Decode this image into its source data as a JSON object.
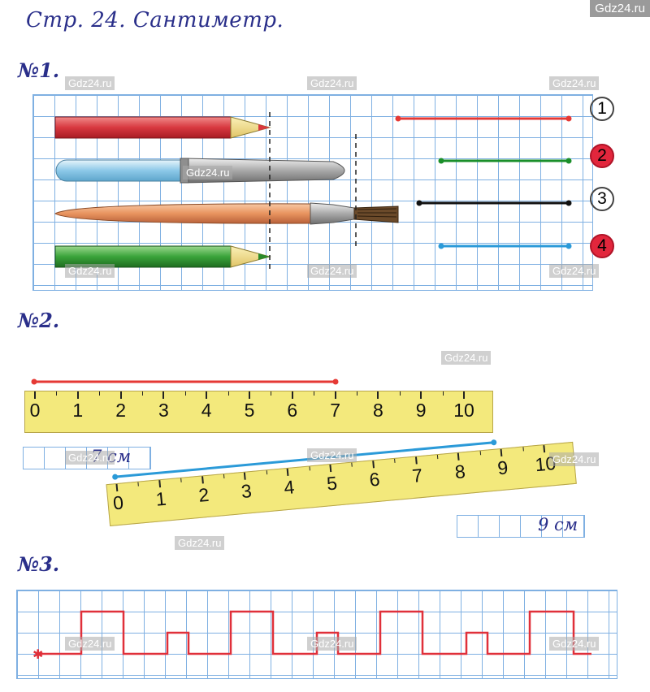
{
  "page_title": "Стр. 24. Сантиметр.",
  "watermark": "Gdz24.ru",
  "watermark_corner": "Gdz24.ru",
  "task1": {
    "label": "№1.",
    "items": [
      "red-pencil",
      "pen",
      "brush",
      "green-pencil"
    ],
    "badges": [
      {
        "number": "1",
        "color": "#ffffff",
        "text_color": "#222222",
        "line_color": "#e53935",
        "length_cells": 8
      },
      {
        "number": "2",
        "color": "#e2263c",
        "text_color": "#222222",
        "line_color": "#1a8f2a",
        "length_cells": 6
      },
      {
        "number": "3",
        "color": "#ffffff",
        "text_color": "#222222",
        "line_color": "#111111",
        "length_cells": 7
      },
      {
        "number": "4",
        "color": "#e2263c",
        "text_color": "#222222",
        "line_color": "#2b9ad8",
        "length_cells": 6
      }
    ]
  },
  "task2": {
    "label": "№2.",
    "ruler1": {
      "ticks": [
        "0",
        "1",
        "2",
        "3",
        "4",
        "5",
        "6",
        "7",
        "8",
        "9",
        "10"
      ],
      "segment_cm": 7,
      "answer": "7 см",
      "segment_color": "#e53935"
    },
    "ruler2": {
      "ticks": [
        "0",
        "1",
        "2",
        "3",
        "4",
        "5",
        "6",
        "7",
        "8",
        "9",
        "10"
      ],
      "segment_cm": 9,
      "answer": "9 см",
      "segment_color": "#2b9ad8"
    }
  },
  "task3": {
    "label": "№3.",
    "pattern_color": "#e0303a"
  }
}
